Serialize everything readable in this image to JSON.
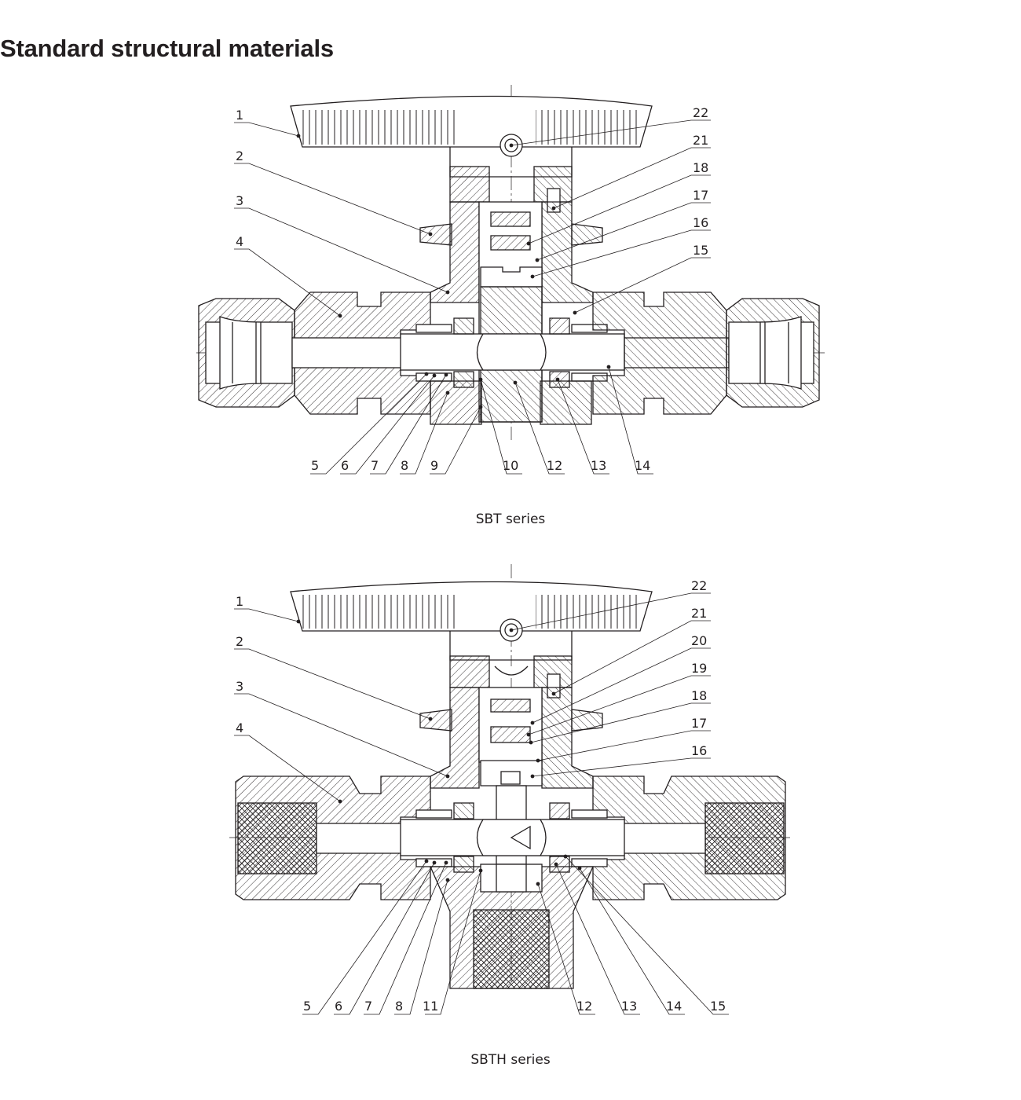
{
  "page": {
    "title": "Standard structural materials"
  },
  "diagrams": [
    {
      "id": "sbt",
      "caption": "SBT series",
      "left_labels": [
        "1",
        "2",
        "3",
        "4"
      ],
      "right_labels": [
        "22",
        "21",
        "18",
        "17",
        "16",
        "15"
      ],
      "bottom_labels": [
        "5",
        "6",
        "7",
        "8",
        "9",
        "10",
        "12",
        "13",
        "14"
      ]
    },
    {
      "id": "sbth",
      "caption": "SBTH series",
      "left_labels": [
        "1",
        "2",
        "3",
        "4"
      ],
      "right_labels": [
        "22",
        "21",
        "20",
        "19",
        "18",
        "17",
        "16"
      ],
      "bottom_labels": [
        "5",
        "6",
        "7",
        "8",
        "11",
        "12",
        "13",
        "14",
        "15"
      ]
    }
  ],
  "colors": {
    "ink": "#231f20",
    "background": "#ffffff"
  }
}
